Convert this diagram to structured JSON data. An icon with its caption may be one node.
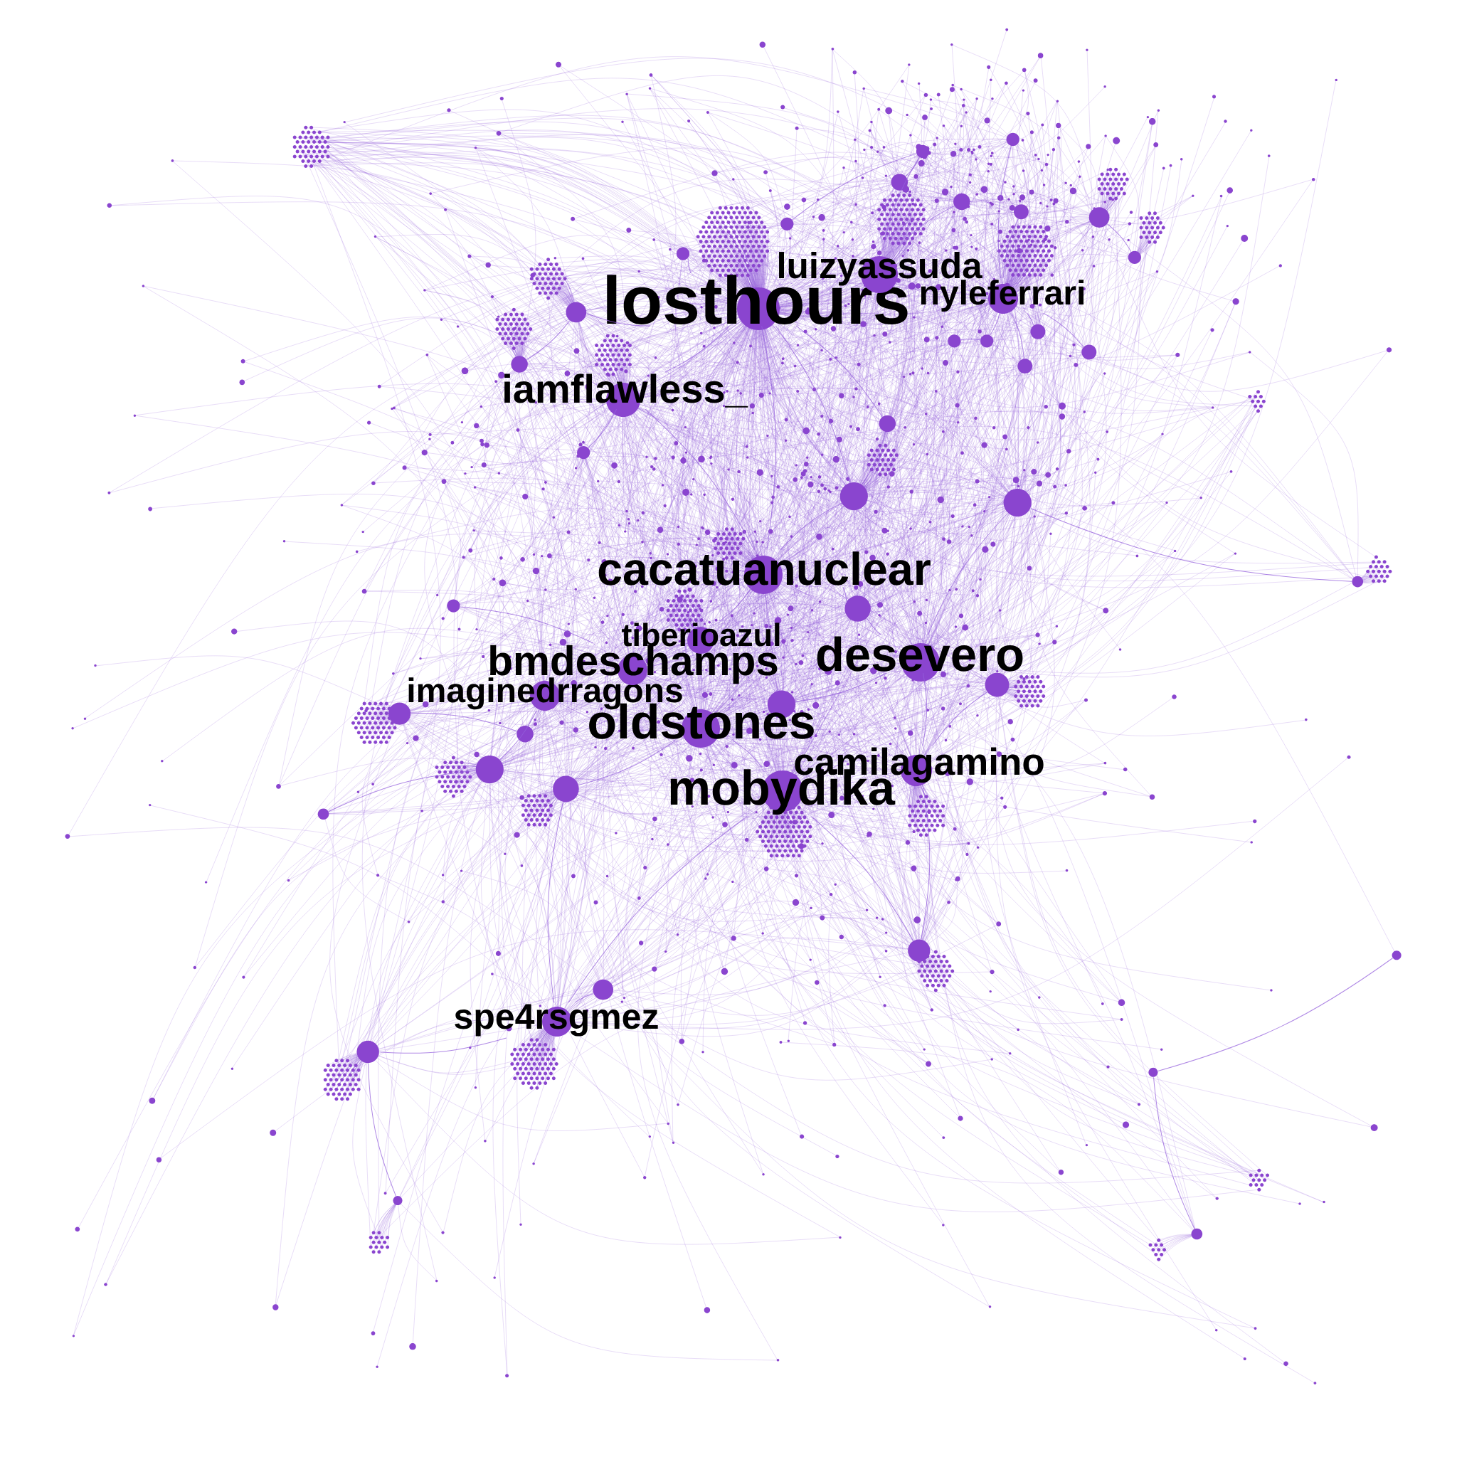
{
  "diagram": {
    "nodes": [
      {
        "text": [],
        "shape": "circle"
      },
      {
        "text": [],
        "shape": "circle"
      },
      {
        "text": [],
        "shape": "circle"
      },
      {
        "text": [],
        "shape": "circle"
      },
      {
        "text": [],
        "shape": "circle"
      },
      {
        "text": [],
        "shape": "circle"
      },
      {
        "text": [],
        "shape": "circle"
      },
      {
        "text": [],
        "shape": "circle"
      },
      {
        "text": [],
        "shape": "circle"
      },
      {
        "text": [
          "luizyassuda"
        ]
      },
      {
        "text": [
          "losthours"
        ]
      },
      {
        "text": [
          "nyleferrari"
        ]
      },
      {
        "text": [],
        "shape": "circle"
      },
      {
        "text": [],
        "shape": "circle"
      },
      {
        "text": [],
        "shape": "circle"
      },
      {
        "text": [],
        "shape": "circle"
      },
      {
        "text": [],
        "shape": "circle"
      },
      {
        "text": [],
        "shape": "circle"
      },
      {
        "text": [],
        "shape": "circle"
      },
      {
        "text": [
          "iamflawless_"
        ]
      },
      {
        "text": [],
        "shape": "circle"
      },
      {
        "text": [],
        "shape": "circle"
      },
      {
        "text": [],
        "shape": "circle"
      },
      {
        "text": [],
        "shape": "circle"
      },
      {
        "text": [
          "cacatuanuclear"
        ]
      },
      {
        "text": [],
        "shape": "circle"
      },
      {
        "text": [],
        "shape": "circle"
      },
      {
        "text": [],
        "shape": "circle"
      },
      {
        "text": [
          "tiberioazul"
        ]
      },
      {
        "text": [
          "desevero"
        ]
      },
      {
        "text": [
          "bmdeschamps"
        ]
      },
      {
        "text": [],
        "shape": "circle"
      },
      {
        "text": [
          "imaginedrragons"
        ]
      },
      {
        "text": [],
        "shape": "circle"
      },
      {
        "text": [],
        "shape": "circle"
      },
      {
        "text": [
          "oldstones"
        ]
      },
      {
        "text": [],
        "shape": "circle"
      },
      {
        "text": [],
        "shape": "circle"
      },
      {
        "text": [
          "camilagamino"
        ]
      },
      {
        "text": [],
        "shape": "circle"
      },
      {
        "text": [
          "mobydika"
        ]
      },
      {
        "text": [],
        "shape": "circle"
      },
      {
        "text": [],
        "shape": "circle"
      },
      {
        "text": [],
        "shape": "circle"
      },
      {
        "text": [],
        "shape": "circle"
      },
      {
        "text": [
          "spe4rsgmez"
        ]
      },
      {
        "text": [],
        "shape": "circle"
      },
      {
        "text": [],
        "shape": "circle"
      },
      {
        "text": [],
        "shape": "circle"
      },
      {
        "text": [],
        "shape": "circle"
      }
    ],
    "edges": [
      {
        "from": 10,
        "to": 19,
        "arrow": "none"
      },
      {
        "from": 10,
        "to": 24,
        "arrow": "none"
      },
      {
        "from": 10,
        "to": 12,
        "arrow": "none"
      },
      {
        "from": 6,
        "to": 1,
        "arrow": "none"
      },
      {
        "from": 10,
        "to": 7,
        "arrow": "none"
      },
      {
        "from": 10,
        "to": 22,
        "arrow": "none"
      },
      {
        "from": 10,
        "to": 20,
        "arrow": "none"
      },
      {
        "from": 9,
        "to": 3,
        "arrow": "none"
      },
      {
        "from": 9,
        "to": 1,
        "arrow": "none"
      },
      {
        "from": 1,
        "to": 2,
        "arrow": "none"
      },
      {
        "from": 11,
        "to": 4,
        "arrow": "none"
      },
      {
        "from": 5,
        "to": 8,
        "arrow": "none"
      },
      {
        "from": 11,
        "to": 13,
        "arrow": "none"
      },
      {
        "from": 11,
        "to": 15,
        "arrow": "none"
      },
      {
        "from": 11,
        "to": 16,
        "arrow": "none"
      },
      {
        "from": 11,
        "to": 18,
        "arrow": "none"
      },
      {
        "from": 11,
        "to": 0,
        "arrow": "none"
      },
      {
        "from": 12,
        "to": 17,
        "arrow": "none"
      },
      {
        "from": 19,
        "to": 21,
        "arrow": "none"
      },
      {
        "from": 19,
        "to": 24,
        "arrow": "none"
      },
      {
        "from": 24,
        "to": 27,
        "arrow": "none"
      },
      {
        "from": 24,
        "to": 28,
        "arrow": "none"
      },
      {
        "from": 24,
        "to": 22,
        "arrow": "none"
      },
      {
        "from": 29,
        "to": 23,
        "arrow": "none"
      },
      {
        "from": 29,
        "to": 38,
        "arrow": "none"
      },
      {
        "from": 29,
        "to": 27,
        "arrow": "none"
      },
      {
        "from": 29,
        "to": 33,
        "arrow": "none"
      },
      {
        "from": 26,
        "to": 30,
        "arrow": "none"
      },
      {
        "from": 32,
        "to": 37,
        "arrow": "none"
      },
      {
        "from": 34,
        "to": 36,
        "arrow": "none"
      },
      {
        "from": 35,
        "to": 40,
        "arrow": "none"
      },
      {
        "from": 35,
        "to": 39,
        "arrow": "none"
      },
      {
        "from": 40,
        "to": 42,
        "arrow": "none"
      },
      {
        "from": 38,
        "to": 42,
        "arrow": "none"
      },
      {
        "from": 38,
        "to": 31,
        "arrow": "none"
      },
      {
        "from": 45,
        "to": 44,
        "arrow": "none"
      },
      {
        "from": 45,
        "to": 46,
        "arrow": "none"
      },
      {
        "from": 45,
        "to": 39,
        "arrow": "none"
      },
      {
        "from": 45,
        "to": 40,
        "arrow": "none"
      },
      {
        "from": 41,
        "to": 37,
        "arrow": "none"
      },
      {
        "from": 25,
        "to": 23,
        "arrow": "none"
      },
      {
        "from": 43,
        "to": 47,
        "arrow": "none"
      },
      {
        "from": 48,
        "to": 46,
        "arrow": "none"
      },
      {
        "from": 49,
        "to": 47,
        "arrow": "none"
      },
      {
        "from": 14,
        "to": 15,
        "arrow": "none"
      },
      {
        "from": 20,
        "to": 22,
        "arrow": "none"
      }
    ]
  }
}
